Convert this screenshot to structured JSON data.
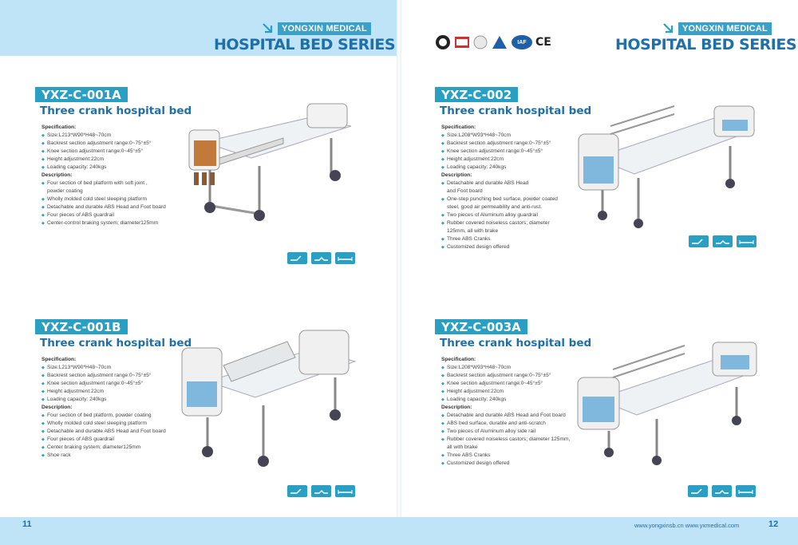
{
  "header": {
    "brand": "YONGXIN MEDICAL",
    "series_part1": "HOSPITAL",
    "series_part2": "BED SERIES"
  },
  "certs": [
    "CE",
    "IAF"
  ],
  "products": [
    {
      "model": "YXZ-C-001A",
      "subtitle": "Three crank hospital bed",
      "spec_title": "Specification:",
      "specs": [
        "Size:L213*W90*H48~70cm",
        "Backrest section adjustment range:0~75°±5°",
        "Knee section adjustment range:0~45°±5°",
        "Height adjustment:22cm",
        "Loading capacity: 240kgs"
      ],
      "desc_title": "Description:",
      "desc": [
        "Four section of bed platform with soft joint ,",
        "powder coating",
        "Wholly molded cold steel sleeping platform",
        "Detachable and durable ABS Head and Foot board",
        "Four pieces of ABS guardrail",
        "Center-control braking system; diameter125mm"
      ]
    },
    {
      "model": "YXZ-C-002",
      "subtitle": "Three crank hospital bed",
      "spec_title": "Specification:",
      "specs": [
        "Size:L208*W93*H48~70cm",
        "Backrest section adjustment range:0~75°±5°",
        "Knee section adjustment range:0~45°±5°",
        "Height adjustment:22cm",
        "Loading capacity: 240kgs"
      ],
      "desc_title": "Description:",
      "desc": [
        "Detachable and durable ABS Head",
        "and Foot board",
        "One-step punching bed surface, powder coated",
        "steel, good air permeability and anti-rust.",
        "Two pieces of Aluminum alloy guardrail",
        "Rubber covered noiseless castors; diameter",
        "125mm, all with brake",
        "Three ABS Cranks",
        "Customized design offered"
      ]
    },
    {
      "model": "YXZ-C-001B",
      "subtitle": "Three crank hospital bed",
      "spec_title": "Specification:",
      "specs": [
        "Size:L213*W90*H48~70cm",
        "Backrest section adjustment range:0~75°±5°",
        "Knee section adjustment range:0~45°±5°",
        "Height adjustment:22cm",
        "Loading capacity: 240kgs"
      ],
      "desc_title": "Description:",
      "desc": [
        "Four section of bed platform, powder coating",
        "Wholly molded cold steel sleeping platform",
        "Detachable and durable ABS Head and Foot board",
        "Four pieces of ABS guardrail",
        "Center braking system; diameter125mm",
        "Shoe rack"
      ]
    },
    {
      "model": "YXZ-C-003A",
      "subtitle": "Three crank hospital bed",
      "spec_title": "Specification:",
      "specs": [
        "Size:L208*W93*H48~70cm",
        "Backrest section adjustment range:0~75°±5°",
        "Knee section adjustment range:0~45°±5°",
        "Height adjustment:22cm",
        "Loading capacity: 240kgs"
      ],
      "desc_title": "Description:",
      "desc": [
        "Detachable and durable ABS Head and Foot board",
        "ABS bed surface, durable and anti-scratch",
        "Two pieces of Aluminum alloy side rail",
        "Rubber covered noiseless castors; diameter 125mm,",
        "all with brake",
        "Three ABS Cranks",
        "Customized design offered"
      ]
    }
  ],
  "footer": {
    "page_left": "11",
    "page_right": "12",
    "website": "www.yongxinsb.cn   www.yxmedical.com"
  }
}
